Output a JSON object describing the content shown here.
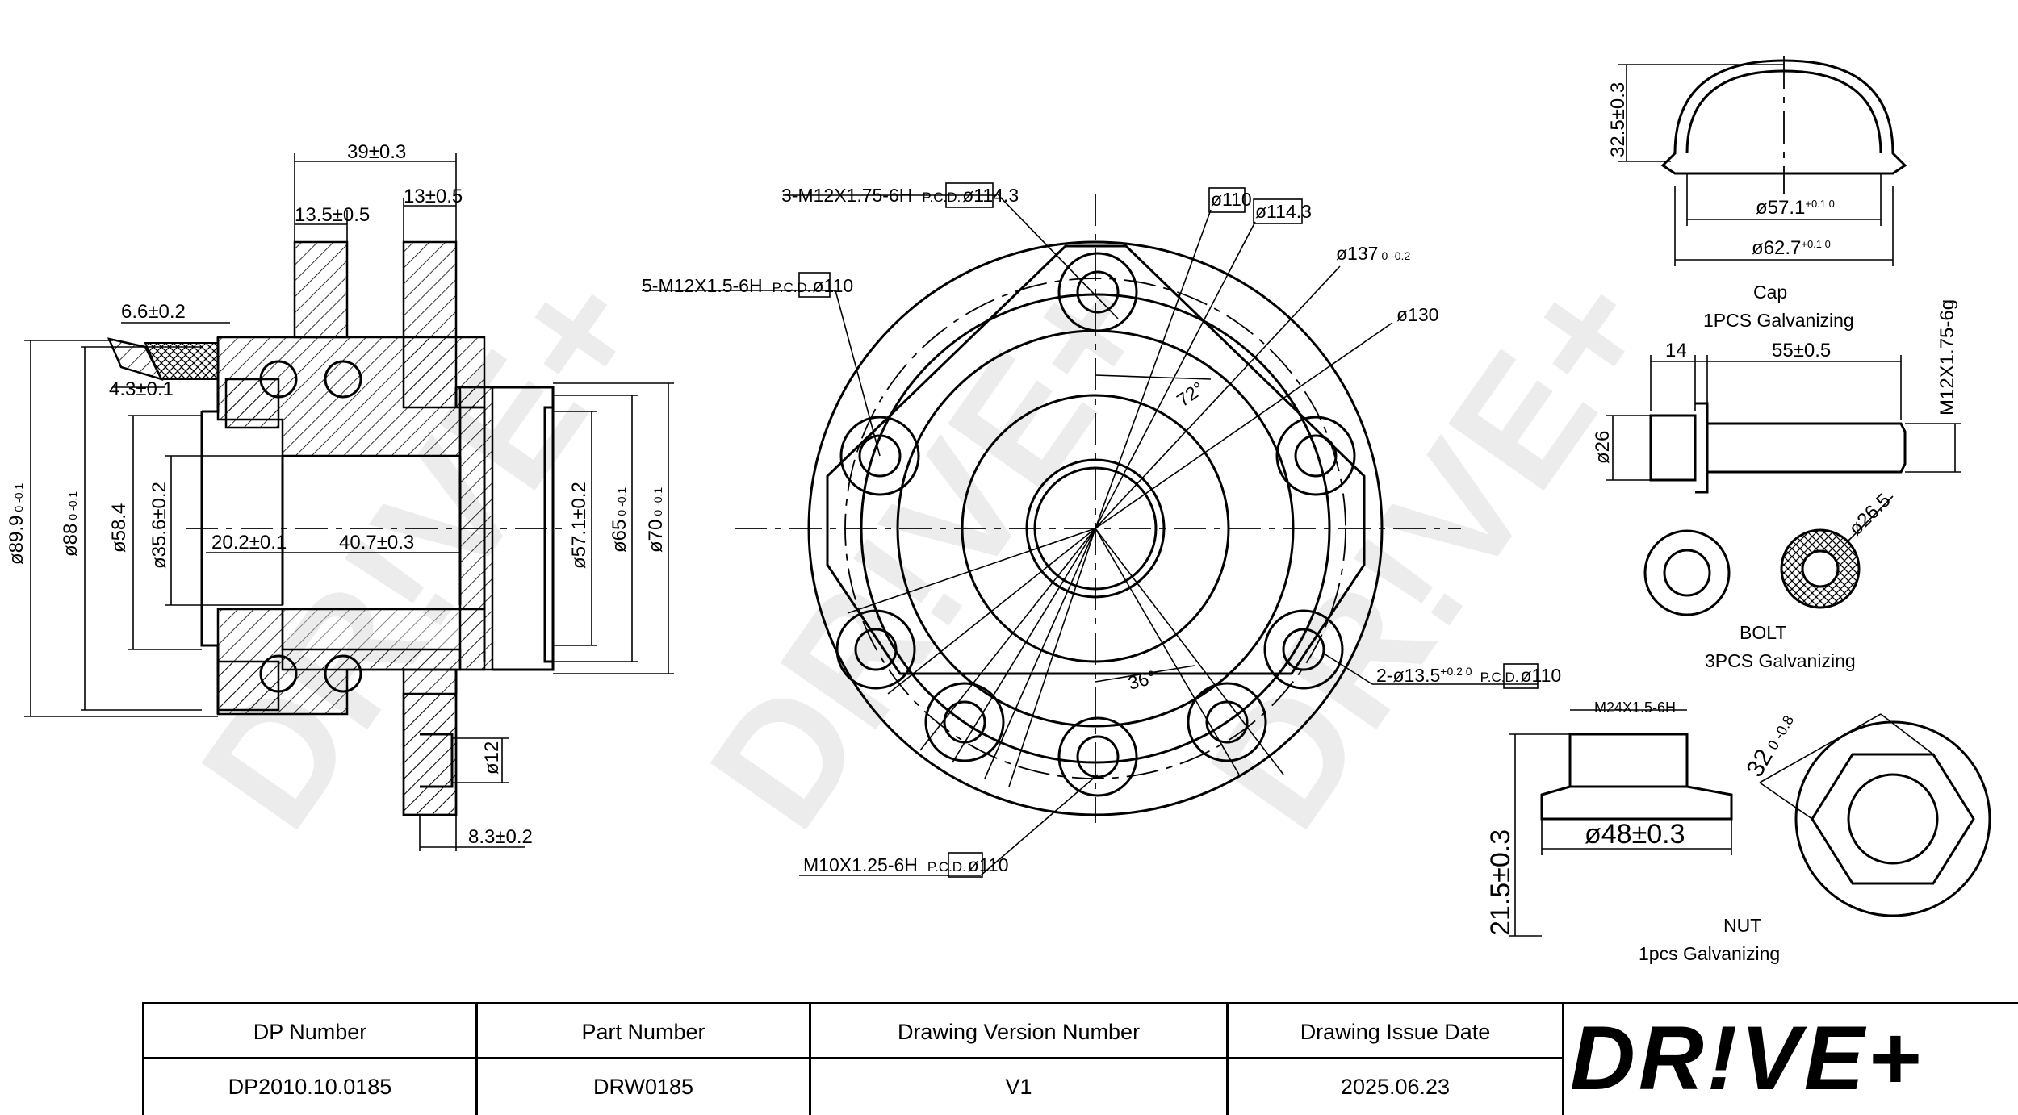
{
  "watermark": "DR!VE+",
  "brand": {
    "logo_text": "DR!VE+",
    "color": "#f07a1e"
  },
  "hub_section": {
    "dims": {
      "d39": "39±0.3",
      "d13_5": "13.5±0.5",
      "d13": "13±0.5",
      "d6_6": "6.6±0.2",
      "d4_3": "4.3±0.1",
      "d89_9": "ø89.9",
      "d89_9_tol": "0 -0.1",
      "d88": "ø88",
      "d88_tol": "0 -0.1",
      "d58_4": "ø58.4",
      "d35_6": "ø35.6±0.2",
      "d20_2": "20.2±0.1",
      "d40_7": "40.7±0.3",
      "d57_1": "ø57.1±0.2",
      "d65": "ø65",
      "d65_tol": "0 -0.1",
      "d70": "ø70",
      "d70_tol": "0 -0.1",
      "d12": "ø12",
      "d8_3": "8.3±0.2"
    }
  },
  "front_view": {
    "callouts": {
      "m12_175": "3-M12X1.75-6H",
      "m12_15": "5-M12X1.5-6H",
      "m10": "M10X1.25-6H",
      "holes": "2-ø13.5",
      "holes_tol": "+0.2 0",
      "pcd": "P.C.D.",
      "pcd_114": "ø114.3",
      "pcd_110": "ø110"
    },
    "dims": {
      "d110": "ø110",
      "d114": "ø114.3",
      "d137": "ø137",
      "d137_tol": "0 -0.2",
      "d130": "ø130",
      "a72": "72°",
      "a36": "36°"
    }
  },
  "cap": {
    "h": "32.5±0.3",
    "d57": "ø57.1",
    "d57_tol": "+0.1 0",
    "d62": "ø62.7",
    "d62_tol": "+0.1 0",
    "name": "Cap",
    "desc": "1PCS Galvanizing"
  },
  "bolt": {
    "len_head": "14",
    "len": "55±0.5",
    "thread": "M12X1.75-6g",
    "d26": "ø26",
    "d26_5": "ø26.5",
    "name": "BOLT",
    "desc": "3PCS Galvanizing"
  },
  "nut": {
    "thread": "M24X1.5-6H",
    "d48": "ø48±0.3",
    "h": "21.5±0.3",
    "wrench": "32",
    "wrench_tol": "0 -0.8",
    "name": "NUT",
    "desc": "1pcs Galvanizing"
  },
  "title_block": {
    "headers": [
      "DP Number",
      "Part Number",
      "Drawing Version Number",
      "Drawing Issue Date"
    ],
    "values": [
      "DP2010.10.0185",
      "DRW0185",
      "V1",
      "2025.06.23"
    ]
  }
}
